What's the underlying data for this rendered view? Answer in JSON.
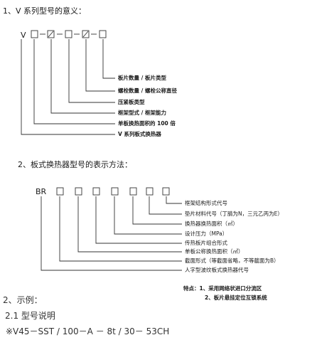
{
  "section1": {
    "title": "1、V 系列型号的意义：",
    "prefix": "V",
    "labels": [
      "板片数量 / 板片类型",
      "螺栓数量 / 螺栓公称直径",
      "压紧板类型",
      "框架型式 / 框架能力",
      "单板换热面积的 100 倍",
      "V 系列板式换热器"
    ]
  },
  "section2": {
    "title": "2、板式换热器型号的表示方法：",
    "prefix": "BR",
    "labels": [
      "框架结构形式代号",
      "垫片材料代号（丁腈为N，三元乙丙为E）",
      "换热器换热面积（㎡）",
      "设计压力（MPa）",
      "传热板片组合形式",
      "单板公称换热面积（㎡）",
      "截面形式（等截面省略，不等截面为B）",
      "人字型波纹板式换热器代号"
    ],
    "features": [
      "特点：1、采用网络状进口分流区",
      "2、板片悬挂定位互锁系统"
    ]
  },
  "section3": {
    "title": "2、示例：",
    "subtitle": "2.1 型号说明",
    "example": "※V45－SST / 100－A － 8t / 30－ 53CH"
  }
}
